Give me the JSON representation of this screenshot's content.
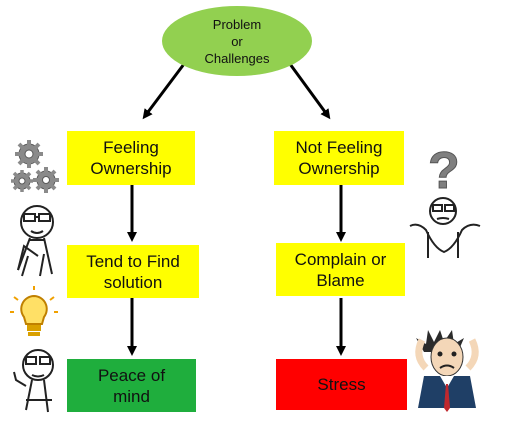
{
  "diagram": {
    "root": {
      "label_lines": [
        "Problem",
        "or",
        "Challenges"
      ],
      "color": "#92d050"
    },
    "left_branch": {
      "step1": {
        "label_lines": [
          "Feeling",
          "Ownership"
        ]
      },
      "step2": {
        "label_lines": [
          "Tend to Find",
          "solution"
        ]
      },
      "outcome": {
        "label_lines": [
          "Peace of",
          "mind"
        ],
        "color": "#1fae3d"
      }
    },
    "right_branch": {
      "step1": {
        "label_lines": [
          "Not Feeling",
          "Ownership"
        ]
      },
      "step2": {
        "label_lines": [
          "Complain or",
          "Blame"
        ]
      },
      "outcome": {
        "label_lines": [
          "Stress"
        ],
        "color": "#ff0000"
      }
    },
    "box_color": "#ffff00",
    "illustrations": [
      "gears-icon",
      "thinking-person-icon",
      "lightbulb-icon",
      "pointing-person-icon",
      "question-mark-icon",
      "confused-person-icon",
      "stressed-person-icon"
    ]
  }
}
